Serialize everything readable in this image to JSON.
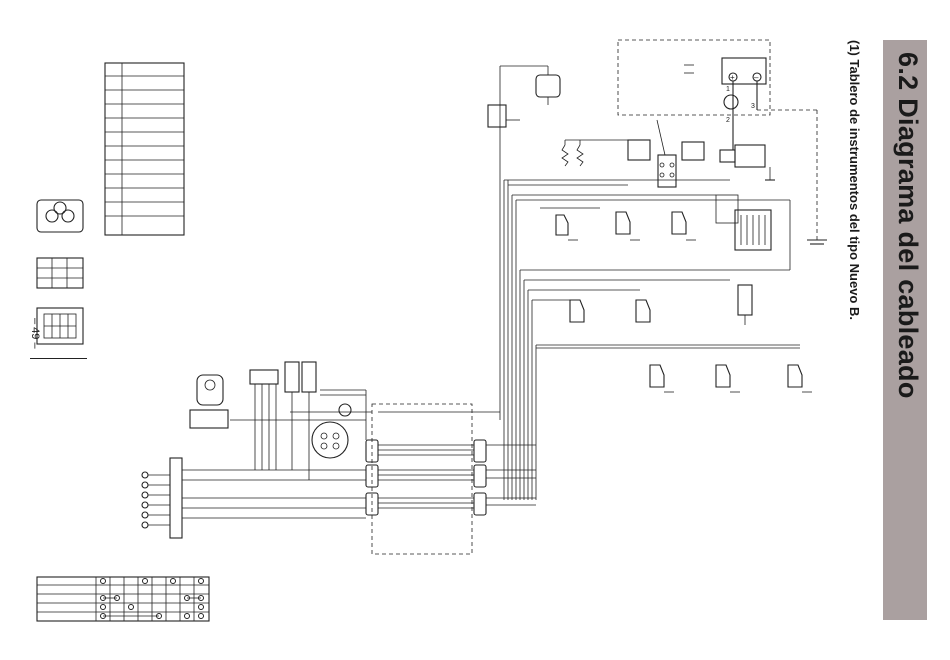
{
  "page": {
    "section_title": "6.2  Diagrama del cableado",
    "subtitle": "(1) Tablero de instrumentos del tipo Nuevo B.",
    "page_number": "– 49 –"
  },
  "battery_terminals": [
    "+",
    "–"
  ],
  "wire_numbers": [
    "1",
    "2",
    "3"
  ],
  "colors": {
    "title_bar": "#aaa0a0",
    "ink": "#222222",
    "paper": "#ffffff"
  }
}
